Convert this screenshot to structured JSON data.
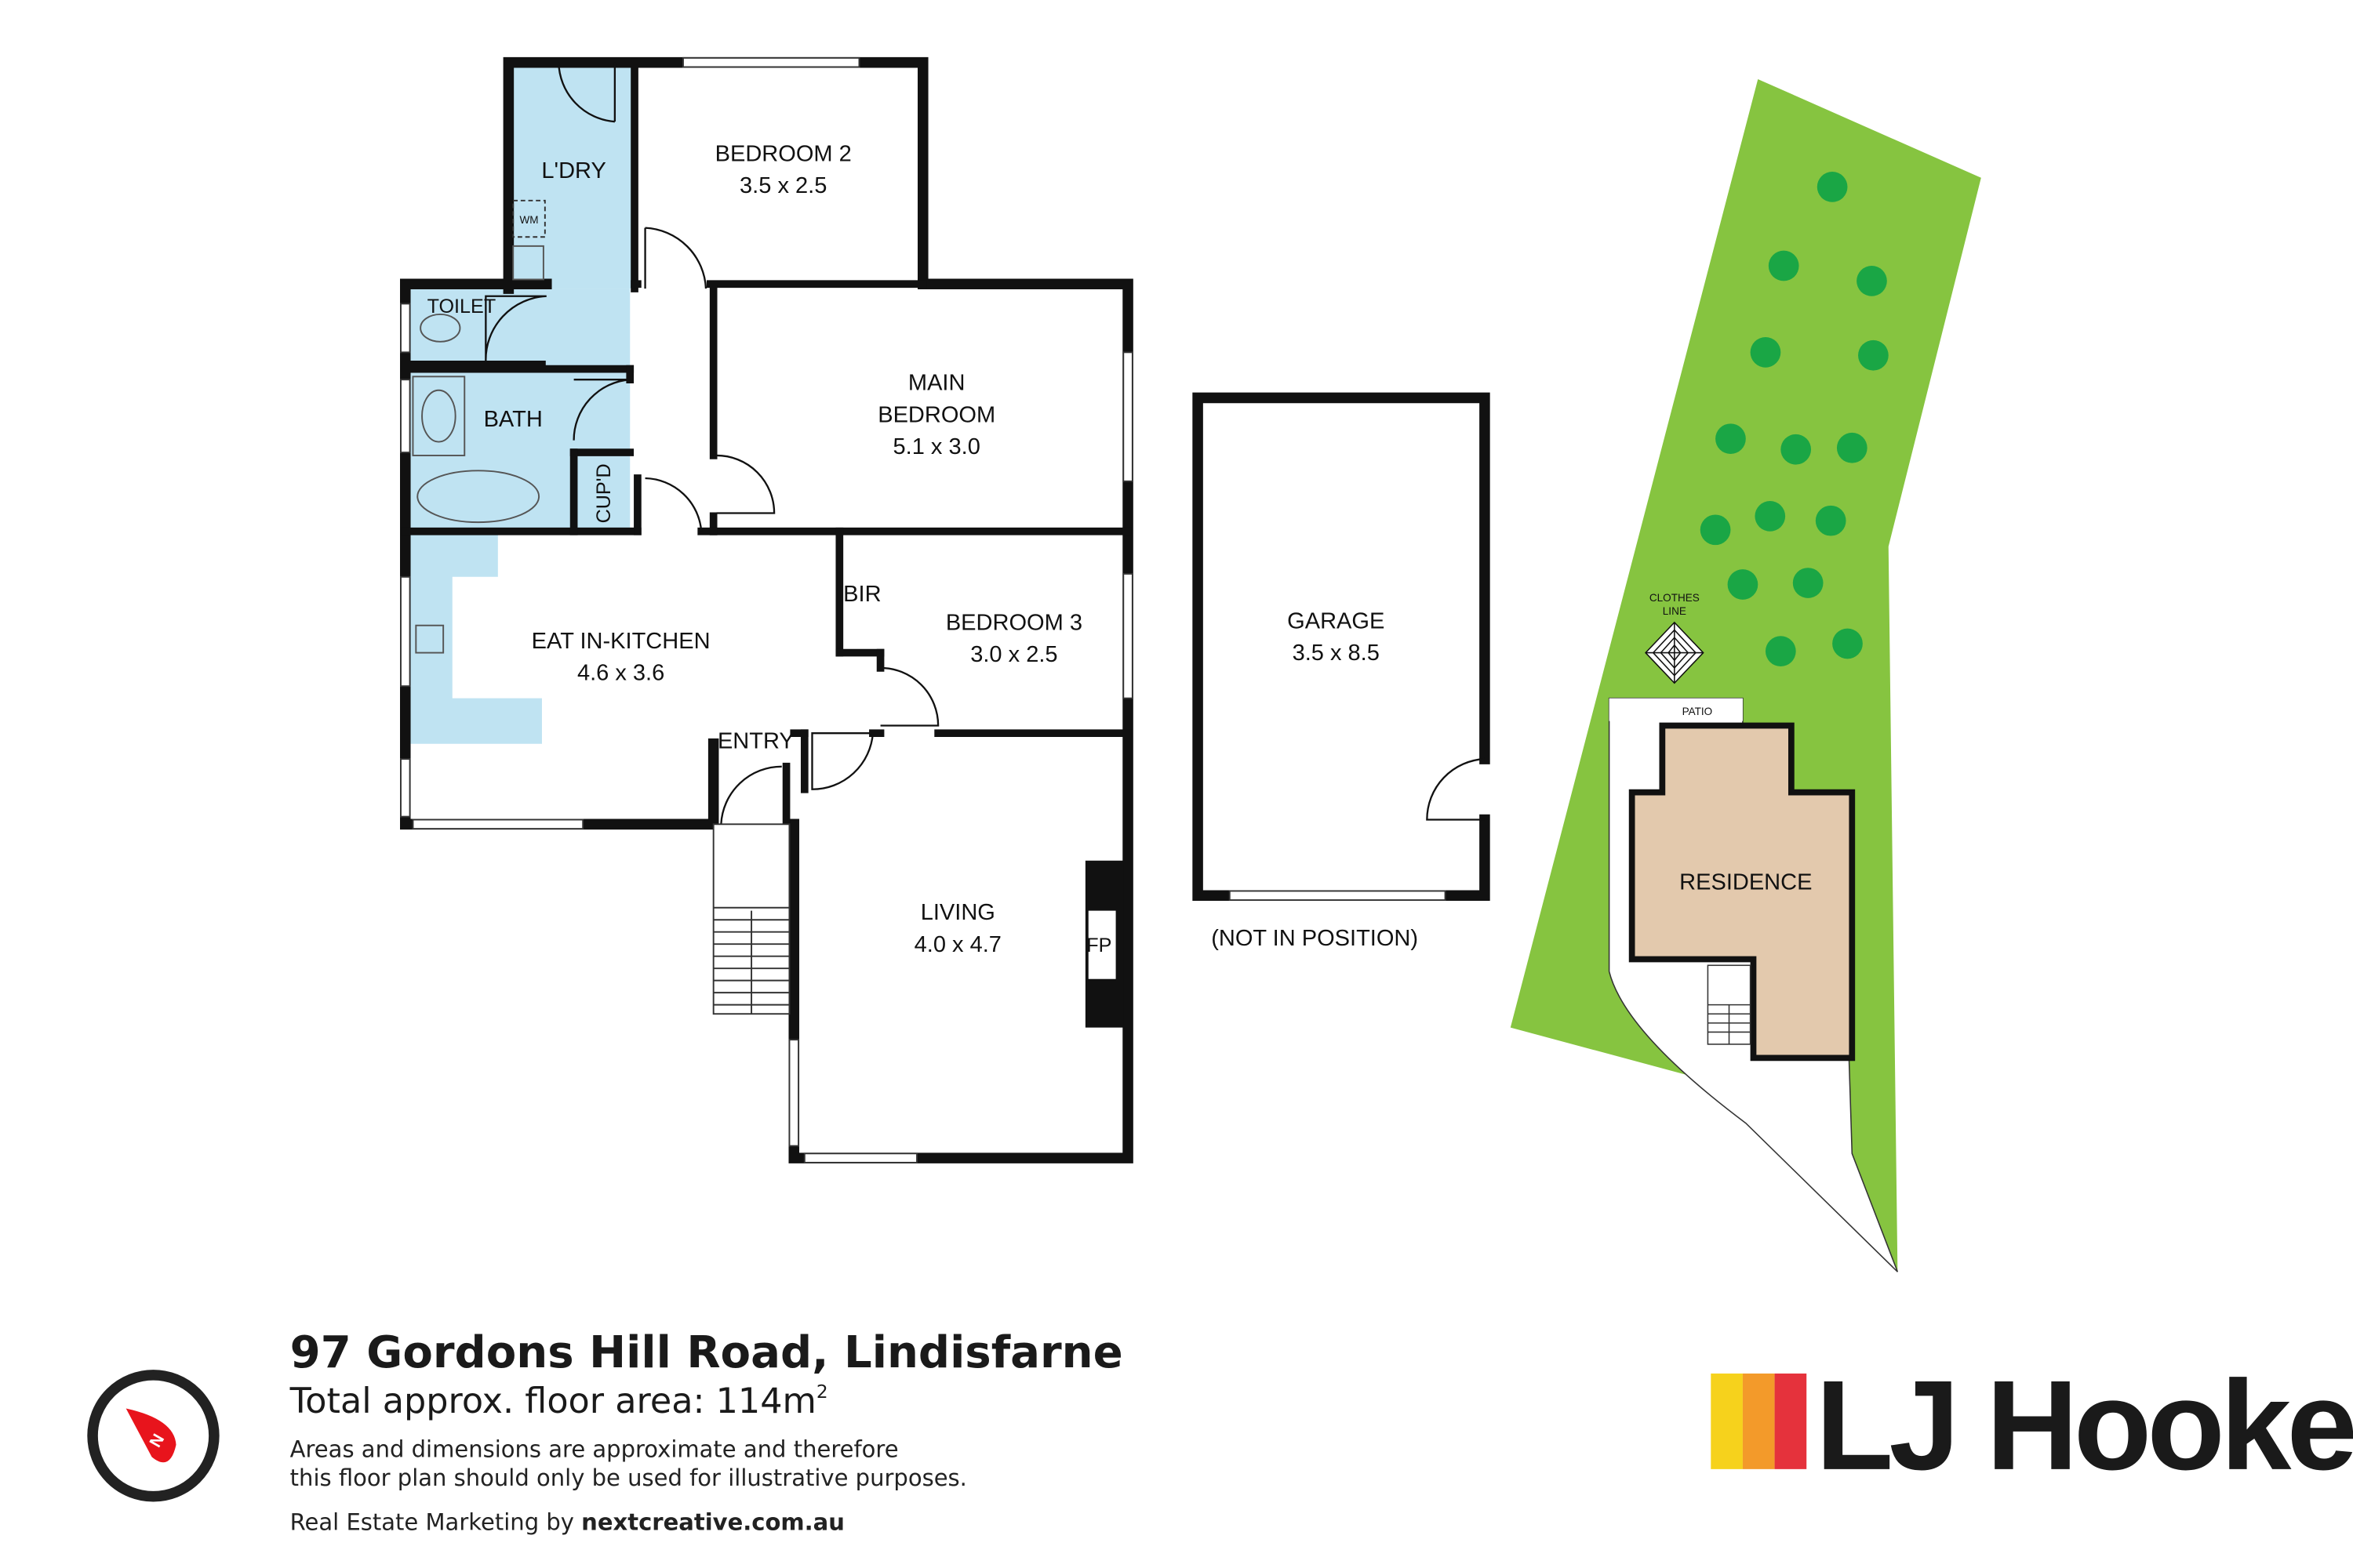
{
  "floorplan": {
    "rooms": {
      "laundry": "L'DRY",
      "washing_machine": "WM",
      "bedroom2": {
        "name": "BEDROOM 2",
        "size": "3.5 x 2.5"
      },
      "toilet": "TOILET",
      "bath": "BATH",
      "cupboard": "CUP'D",
      "main_bedroom": {
        "name_line1": "MAIN",
        "name_line2": "BEDROOM",
        "size": "5.1 x 3.0"
      },
      "kitchen": {
        "name": "EAT IN-KITCHEN",
        "size": "4.6 x 3.6"
      },
      "bir": "BIR",
      "bedroom3": {
        "name": "BEDROOM 3",
        "size": "3.0 x 2.5"
      },
      "entry": "ENTRY",
      "living": {
        "name": "LIVING",
        "size": "4.0 x 4.7"
      },
      "fireplace": "FP",
      "garage": {
        "name": "GARAGE",
        "size": "3.5 x 8.5",
        "note": "(NOT IN POSITION)"
      }
    },
    "wet_area_color": "#bfe3f2"
  },
  "site_plan": {
    "clothes_line_1": "CLOTHES",
    "clothes_line_2": "LINE",
    "patio": "PATIO",
    "residence": "RESIDENCE",
    "lawn_color": "#86c440",
    "tree_color": "#1aa645",
    "residence_color": "#e3c9ad"
  },
  "footer": {
    "address": "97 Gordons Hill Road, Lindisfarne",
    "area_label": "Total approx. floor area: 114m",
    "area_sup": "2",
    "disclaimer_line1": "Areas and dimensions are approximate and therefore",
    "disclaimer_line2": "this floor plan should only be used for illustrative purposes.",
    "marketing_prefix": "Real Estate Marketing by ",
    "marketing_site": "nextcreative.com.au",
    "compass_letter": "N"
  },
  "brand": {
    "name": "LJ Hooker",
    "colors": [
      "#f6d21c",
      "#f39a2a",
      "#e5323c"
    ]
  }
}
